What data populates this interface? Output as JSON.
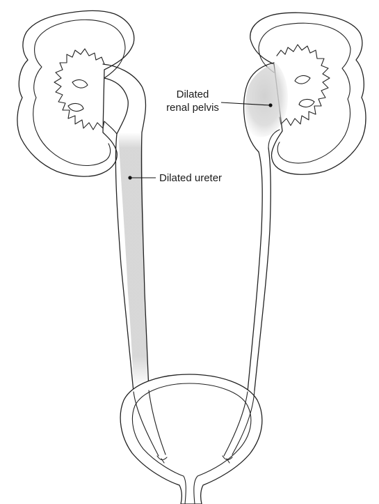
{
  "labels": {
    "renal_pelvis_line1": "Dilated",
    "renal_pelvis_line2": "renal pelvis",
    "ureter": "Dilated ureter"
  },
  "colors": {
    "outline": "#222222",
    "dilation_shading": "#d3d3d3",
    "background": "#ffffff"
  }
}
